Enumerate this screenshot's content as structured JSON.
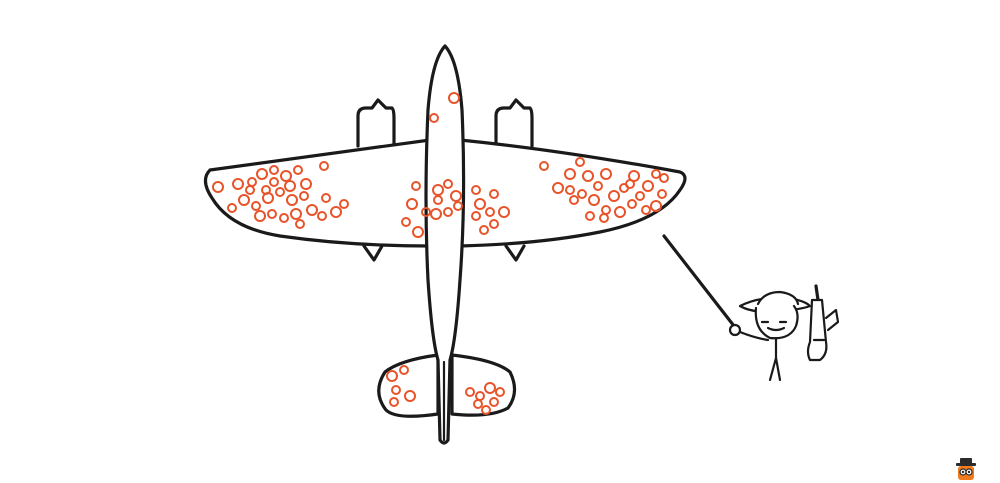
{
  "colors": {
    "background": "#ffffff",
    "ink": "#1a1a1a",
    "bullet_holes": "#e8542a",
    "logo_orange": "#f07a1c",
    "logo_hat": "#2b2b2b"
  },
  "scene": {
    "description_icons": [
      "bomber-plane",
      "bullet-hole-marks",
      "soldier-with-pointer-and-rifle",
      "site-logo"
    ]
  }
}
